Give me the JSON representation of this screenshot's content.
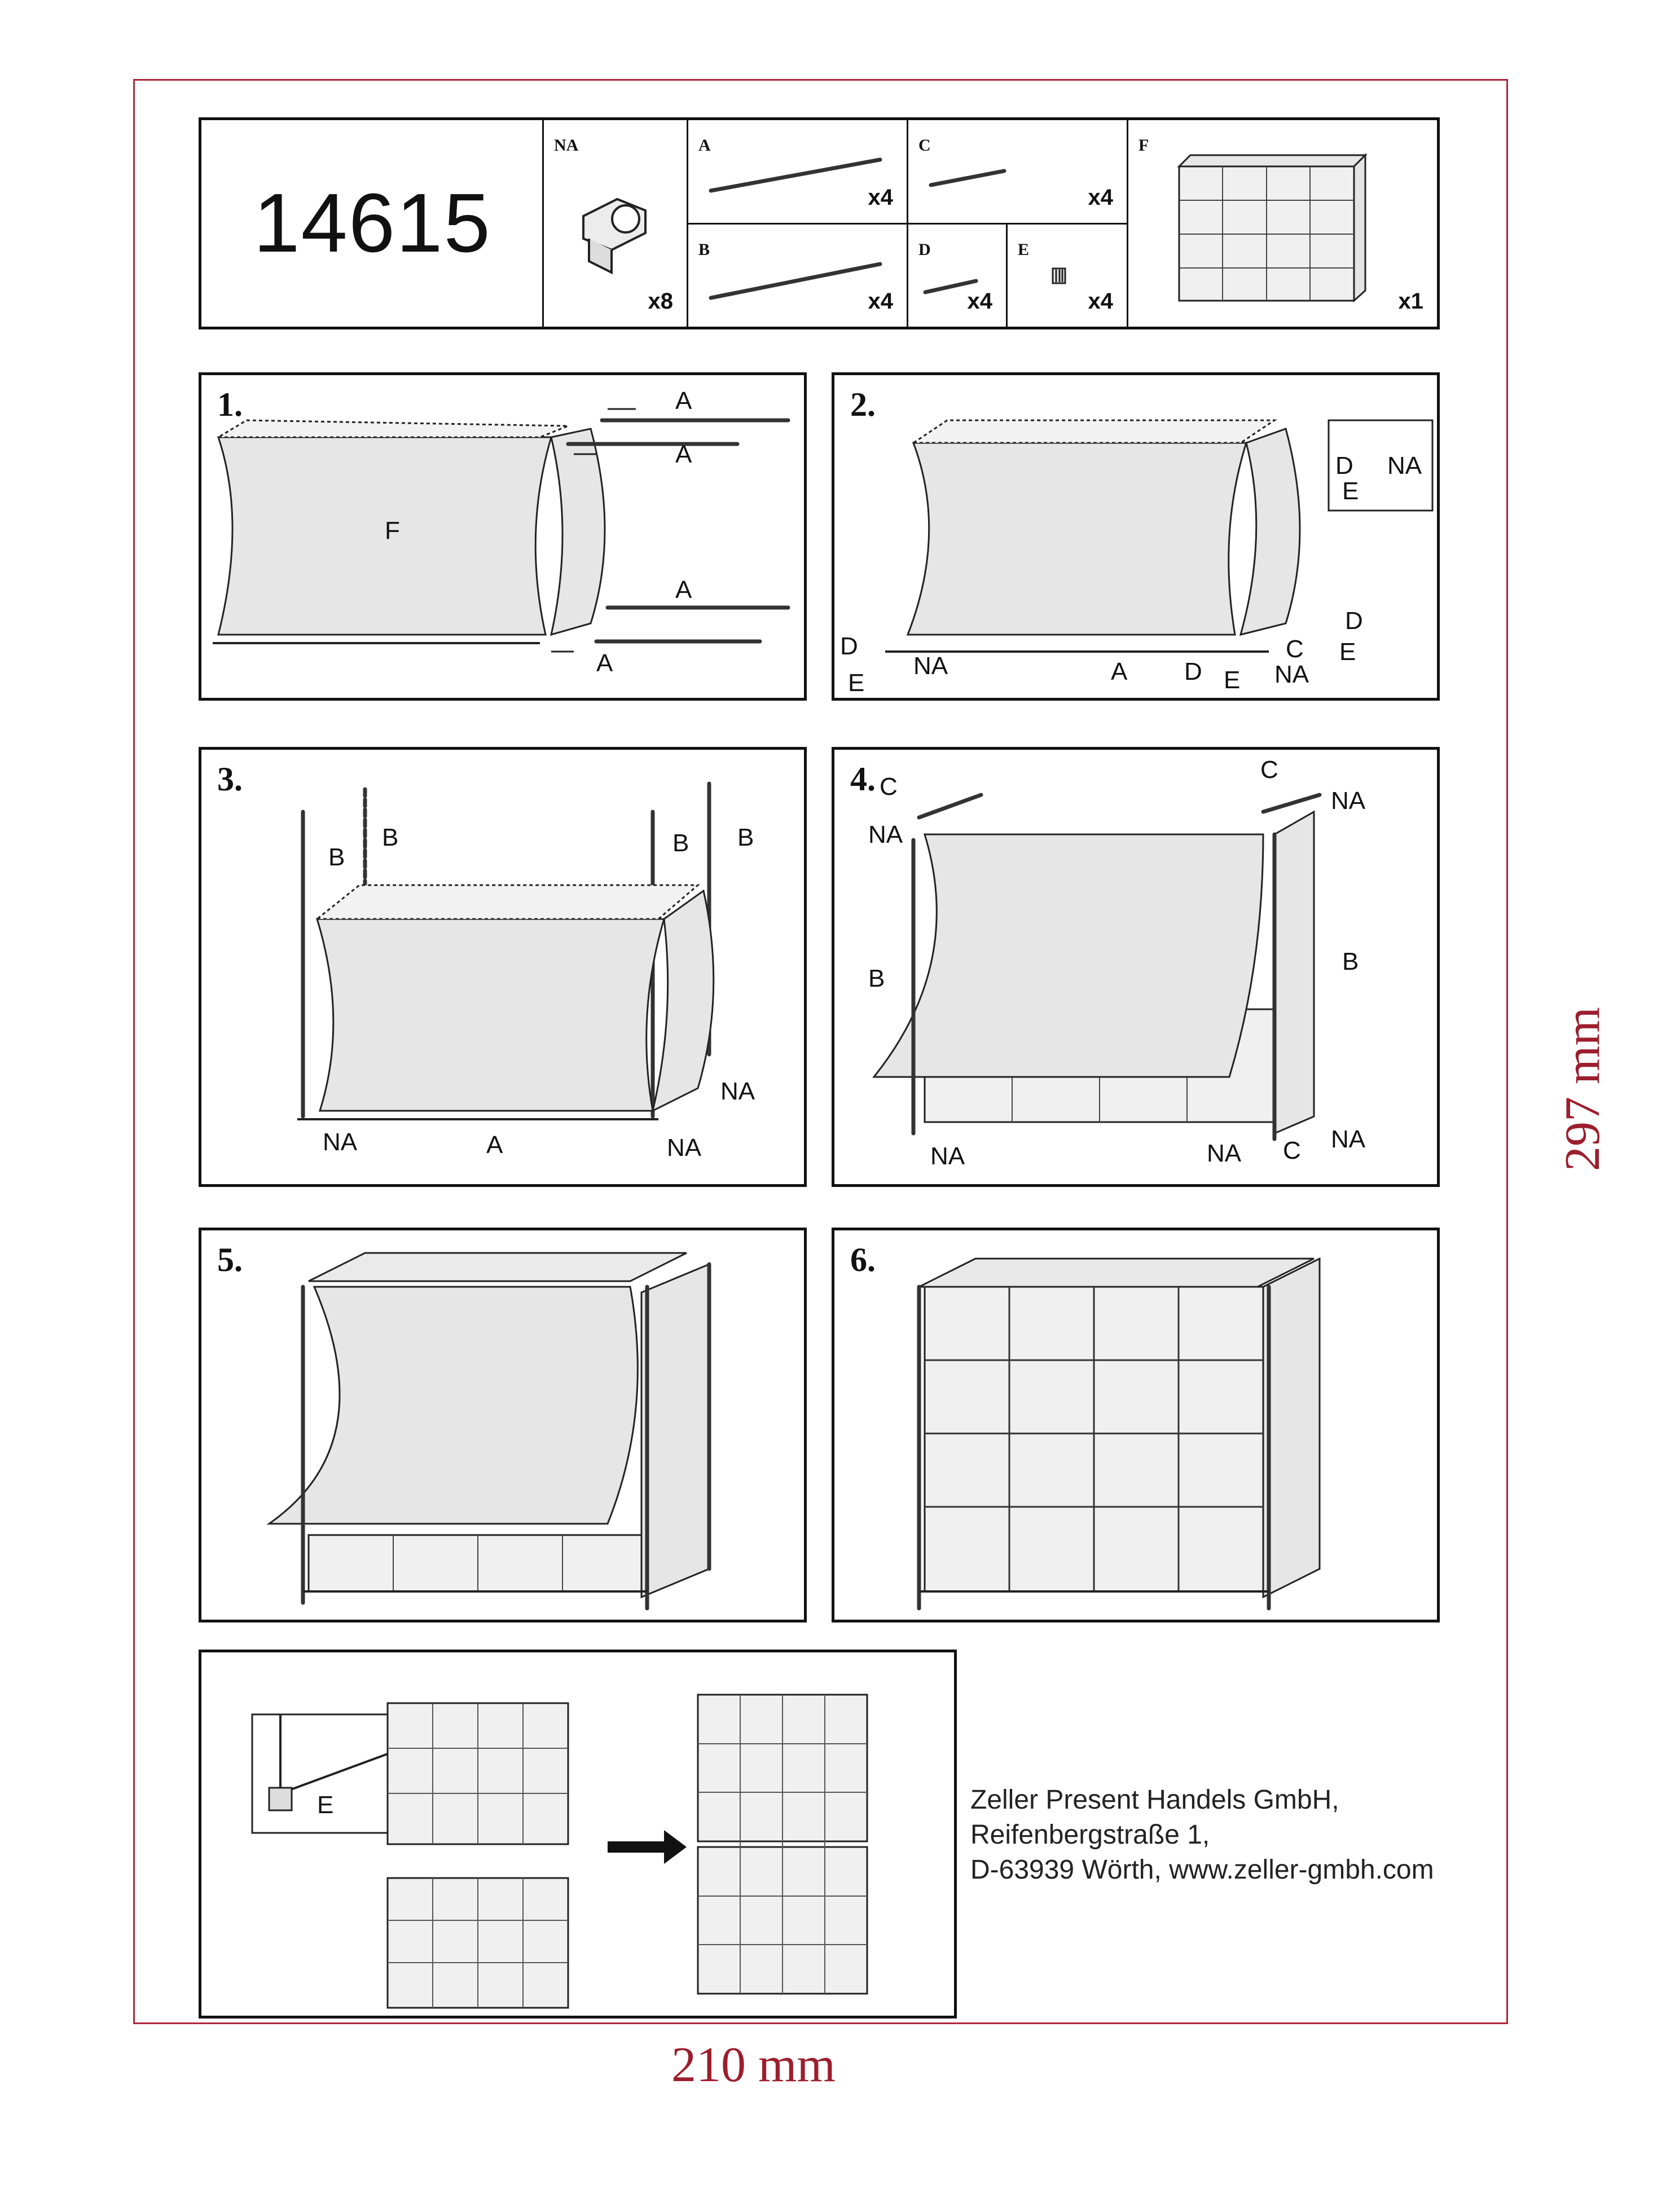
{
  "article_number": "14615",
  "parts": [
    {
      "letter": "NA",
      "qty": "x8"
    },
    {
      "letter": "A",
      "qty": "x4"
    },
    {
      "letter": "C",
      "qty": "x4"
    },
    {
      "letter": "F",
      "qty": "x1"
    },
    {
      "letter": "B",
      "qty": "x4"
    },
    {
      "letter": "D",
      "qty": "x4"
    },
    {
      "letter": "E",
      "qty": "x4"
    }
  ],
  "steps": [
    {
      "number": "1.",
      "labels": [
        "A",
        "A",
        "A",
        "A",
        "F"
      ]
    },
    {
      "number": "2.",
      "labels": [
        "D",
        "NA",
        "E",
        "D",
        "E",
        "NA",
        "A",
        "D",
        "E",
        "C",
        "NA",
        "D",
        "E"
      ]
    },
    {
      "number": "3.",
      "labels": [
        "B",
        "B",
        "B",
        "B",
        "NA",
        "NA",
        "NA",
        "A"
      ]
    },
    {
      "number": "4.",
      "labels": [
        "C",
        "C",
        "NA",
        "NA",
        "B",
        "B",
        "NA",
        "NA",
        "C",
        "NA"
      ]
    },
    {
      "number": "5."
    },
    {
      "number": "6."
    }
  ],
  "stacking": {
    "label": "E"
  },
  "company": {
    "line1": "Zeller Present Handels GmbH,",
    "line2": "Reifenbergstraße 1,",
    "line3": "D-63939 Wörth, www.zeller-gmbh.com"
  },
  "dimensions": {
    "width": "210 mm",
    "height": "297 mm"
  },
  "colors": {
    "frame": "#b0273a",
    "fabric": "#e6e6e6"
  }
}
